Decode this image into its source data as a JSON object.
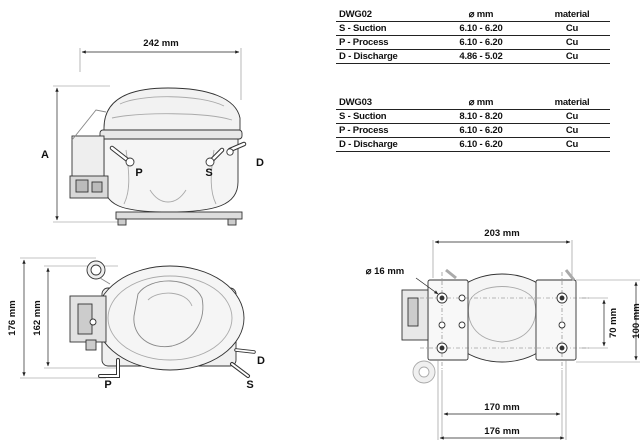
{
  "tables": [
    {
      "id": "dwg02",
      "headers": [
        "DWG02",
        "⌀ mm",
        "material"
      ],
      "rows": [
        [
          "S - Suction",
          "6.10 - 6.20",
          "Cu"
        ],
        [
          "P - Process",
          "6.10 - 6.20",
          "Cu"
        ],
        [
          "D - Discharge",
          "4.86 - 5.02",
          "Cu"
        ]
      ]
    },
    {
      "id": "dwg03",
      "headers": [
        "DWG03",
        "⌀ mm",
        "material"
      ],
      "rows": [
        [
          "S - Suction",
          "8.10 - 8.20",
          "Cu"
        ],
        [
          "P - Process",
          "6.10 - 6.20",
          "Cu"
        ],
        [
          "D - Discharge",
          "6.10 - 6.20",
          "Cu"
        ]
      ]
    }
  ],
  "dimensions": {
    "front_width": "242 mm",
    "front_height": "A",
    "top_depth_outer": "176 mm",
    "top_depth_inner": "162 mm",
    "base_width": "203 mm",
    "mount_hole_diameter": "⌀ 16 mm",
    "hole_spacing_y_inner": "70 mm",
    "hole_spacing_y_outer": "100 mm",
    "hole_spacing_x_inner": "170 mm",
    "hole_spacing_x_outer": "176 mm"
  },
  "ports": {
    "front_process": "P",
    "front_suction": "S",
    "front_discharge": "D",
    "top_discharge": "D",
    "top_process": "P",
    "top_suction": "S"
  }
}
